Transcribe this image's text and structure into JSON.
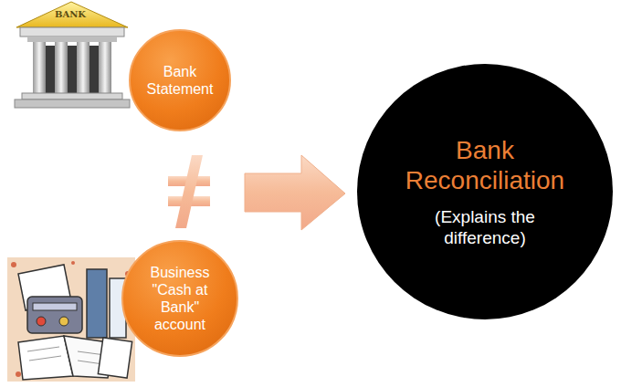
{
  "diagram": {
    "nodes": [
      {
        "text": [
          "Bank Statement"
        ]
      },
      {
        "text": [
          "Business \"Cash at Bank\" account"
        ]
      },
      {
        "text": [
          "Bank Reconciliation",
          "(Explains the difference)"
        ]
      }
    ],
    "labels": [
      "BANK"
    ]
  }
}
